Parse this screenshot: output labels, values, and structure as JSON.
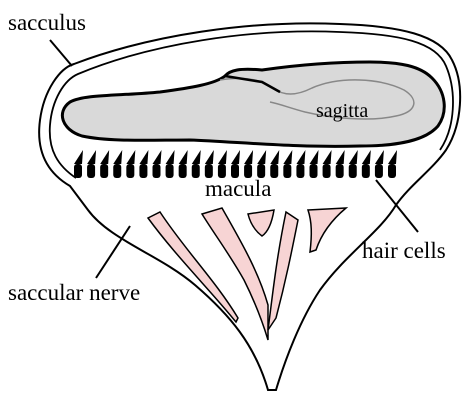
{
  "labels": {
    "sacculus": "sacculus",
    "sagitta": "sagitta",
    "macula": "macula",
    "hair_cells": "hair cells",
    "saccular_nerve": "saccular nerve"
  },
  "colors": {
    "otolith_fill": "#d9d9d9",
    "nerve_fill": "#f7d4d4",
    "stroke": "#000000"
  },
  "hair_cell_count": 25
}
